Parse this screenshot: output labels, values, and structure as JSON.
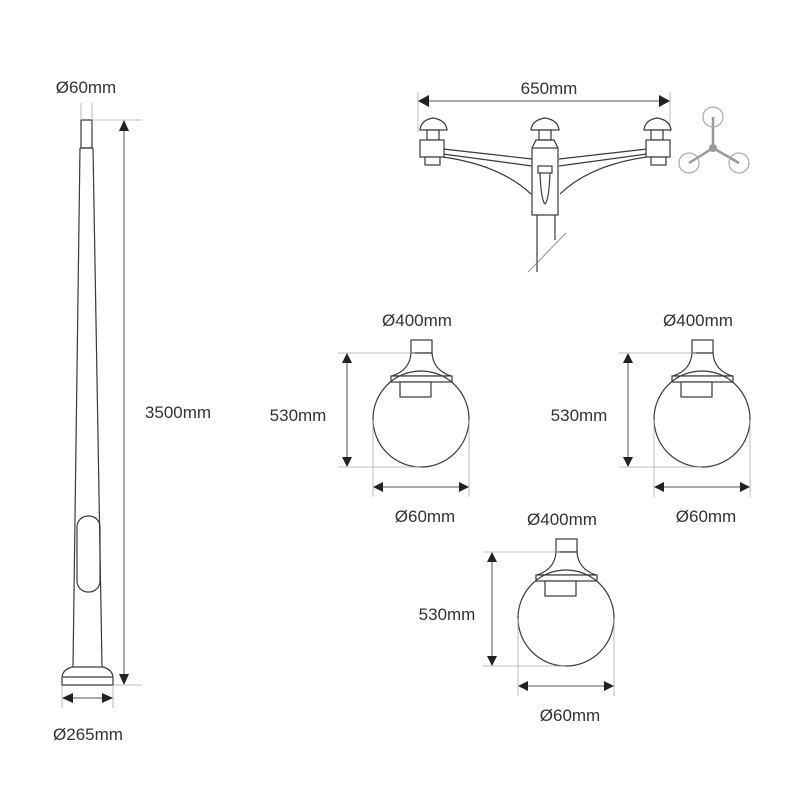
{
  "pole": {
    "top_diameter": "Ø60mm",
    "height": "3500mm",
    "base_diameter": "Ø265mm"
  },
  "bracket": {
    "width": "650mm"
  },
  "globes": [
    {
      "diameter": "Ø400mm",
      "height": "530mm",
      "fitting_diameter": "Ø60mm"
    },
    {
      "diameter": "Ø400mm",
      "height": "530mm",
      "fitting_diameter": "Ø60mm"
    },
    {
      "diameter": "Ø400mm",
      "height": "530mm",
      "fitting_diameter": "Ø60mm"
    }
  ],
  "colors": {
    "line": "#3a3a3a",
    "icon": "#999999"
  }
}
